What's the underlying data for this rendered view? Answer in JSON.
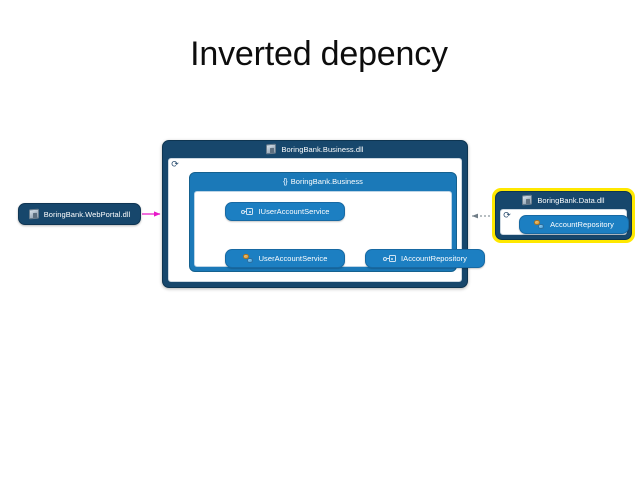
{
  "slide": {
    "title": "Inverted depency"
  },
  "colors": {
    "assembly_dark_blue": "#17476c",
    "namespace_blue": "#1b79b8",
    "type_blue": "#1c7fc2",
    "highlight_yellow": "#ffe800",
    "dependency_arrow_magenta": "#e817c8",
    "realization_line_gray": "#9fb6a8",
    "inbound_arrow_gray": "#6f7c86",
    "title_text": "#0d0d0d",
    "canvas_background": "#ffffff"
  },
  "nodes": {
    "webportal_assembly": {
      "label": "BoringBank.WebPortal.dll",
      "icon": "assembly-icon",
      "kind": "assembly"
    },
    "business_assembly": {
      "label": "BoringBank.Business.dll",
      "icon": "assembly-icon",
      "kind": "assembly",
      "refresh_icon": "⟳"
    },
    "business_namespace": {
      "label": "BoringBank.Business",
      "icon": "namespace-icon",
      "icon_glyph": "{}",
      "kind": "namespace"
    },
    "iuseraccountservice": {
      "label": "IUserAccountService",
      "icon": "interface-icon",
      "kind": "interface"
    },
    "useraccountservice": {
      "label": "UserAccountService",
      "icon": "class-icon",
      "kind": "class"
    },
    "iaccountrepository": {
      "label": "IAccountRepository",
      "icon": "interface-icon",
      "kind": "interface"
    },
    "data_assembly": {
      "label": "BoringBank.Data.dll",
      "icon": "assembly-icon",
      "kind": "assembly",
      "highlighted": true,
      "refresh_icon": "⟳"
    },
    "accountrepository": {
      "label": "AccountRepository",
      "icon": "class-icon",
      "kind": "class"
    }
  },
  "edges": [
    {
      "id": "webportal-to-business",
      "from": "webportal_assembly",
      "to": "business_assembly",
      "style": "solid",
      "color": "#e817c8",
      "arrow": "filled"
    },
    {
      "id": "useraccountservice-realizes-iuseraccountservice",
      "from": "useraccountservice",
      "to": "iuseraccountservice",
      "style": "dotted",
      "color": "#9fb6a8",
      "arrow": "hollow-triangle"
    },
    {
      "id": "useraccountservice-to-iaccountrepository",
      "from": "useraccountservice",
      "to": "iaccountrepository",
      "style": "solid",
      "color": "#e817c8",
      "arrow": "filled"
    },
    {
      "id": "data-to-business",
      "from": "data_assembly",
      "to": "business_assembly",
      "style": "dotted",
      "color": "#6f7c86",
      "arrow": "filled"
    },
    {
      "id": "inbound-to-useraccountservice",
      "from": "business_assembly",
      "to": "useraccountservice",
      "style": "solid",
      "color": "#1e6b33",
      "arrow": "filled"
    }
  ]
}
